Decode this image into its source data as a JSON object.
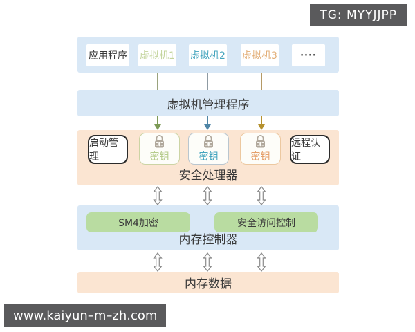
{
  "badges": {
    "tg": "TG: MYYJJPP",
    "site": "www.kaiyun–m–zh.com"
  },
  "colors": {
    "section_blue": "#d9e8f6",
    "section_peach": "#fbe5d2",
    "module_green": "#b9dca1",
    "badge_gray": "#5a5a5c",
    "vm1_text": "#c3d49c",
    "vm2_text": "#43a4be",
    "vm3_text": "#e2ae77",
    "arrow_green": "#7c9a56",
    "arrow_blue": "#4f85a6",
    "arrow_gold": "#b5912e"
  },
  "top_row": {
    "app": "应用程序",
    "vm1": "虚拟机1",
    "vm2": "虚拟机2",
    "vm3": "虚拟机3",
    "more": "····"
  },
  "hypervisor": {
    "label": "虚拟机管理程序"
  },
  "secure_processor": {
    "label": "安全处理器",
    "boot": "启动管理",
    "remote": "远程认证",
    "key1": "密钥",
    "key2": "密钥",
    "key3": "密钥"
  },
  "memory_controller": {
    "label": "内存控制器",
    "sm4": "SM4加密",
    "access": "安全访问控制"
  },
  "memory_data": {
    "label": "内存数据"
  }
}
